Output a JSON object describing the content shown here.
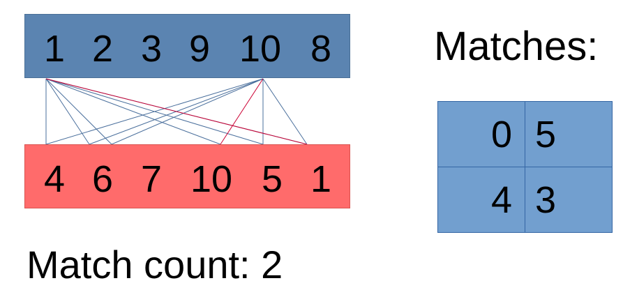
{
  "top_array": [
    "1",
    "2",
    "3",
    "9",
    "10",
    "8"
  ],
  "bottom_array": [
    "4",
    "6",
    "7",
    "10",
    "5",
    "1"
  ],
  "matches_title": "Matches:",
  "matches": [
    [
      "0",
      "5"
    ],
    [
      "4",
      "3"
    ]
  ],
  "match_count_label": "Match count: 2",
  "connections": {
    "blue": [
      [
        0,
        0
      ],
      [
        0,
        1
      ],
      [
        0,
        2
      ],
      [
        0,
        3
      ],
      [
        0,
        4
      ],
      [
        0,
        5
      ],
      [
        4,
        0
      ],
      [
        4,
        1
      ],
      [
        4,
        2
      ],
      [
        4,
        4
      ],
      [
        4,
        5
      ]
    ],
    "red": [
      [
        0,
        5
      ],
      [
        4,
        3
      ]
    ]
  },
  "colors": {
    "top_fill": "#5b84b1",
    "bottom_fill": "#ff6b6b",
    "table_fill": "#729fcf",
    "blue_line": "#4a6f9c",
    "red_line": "#cc0033"
  }
}
